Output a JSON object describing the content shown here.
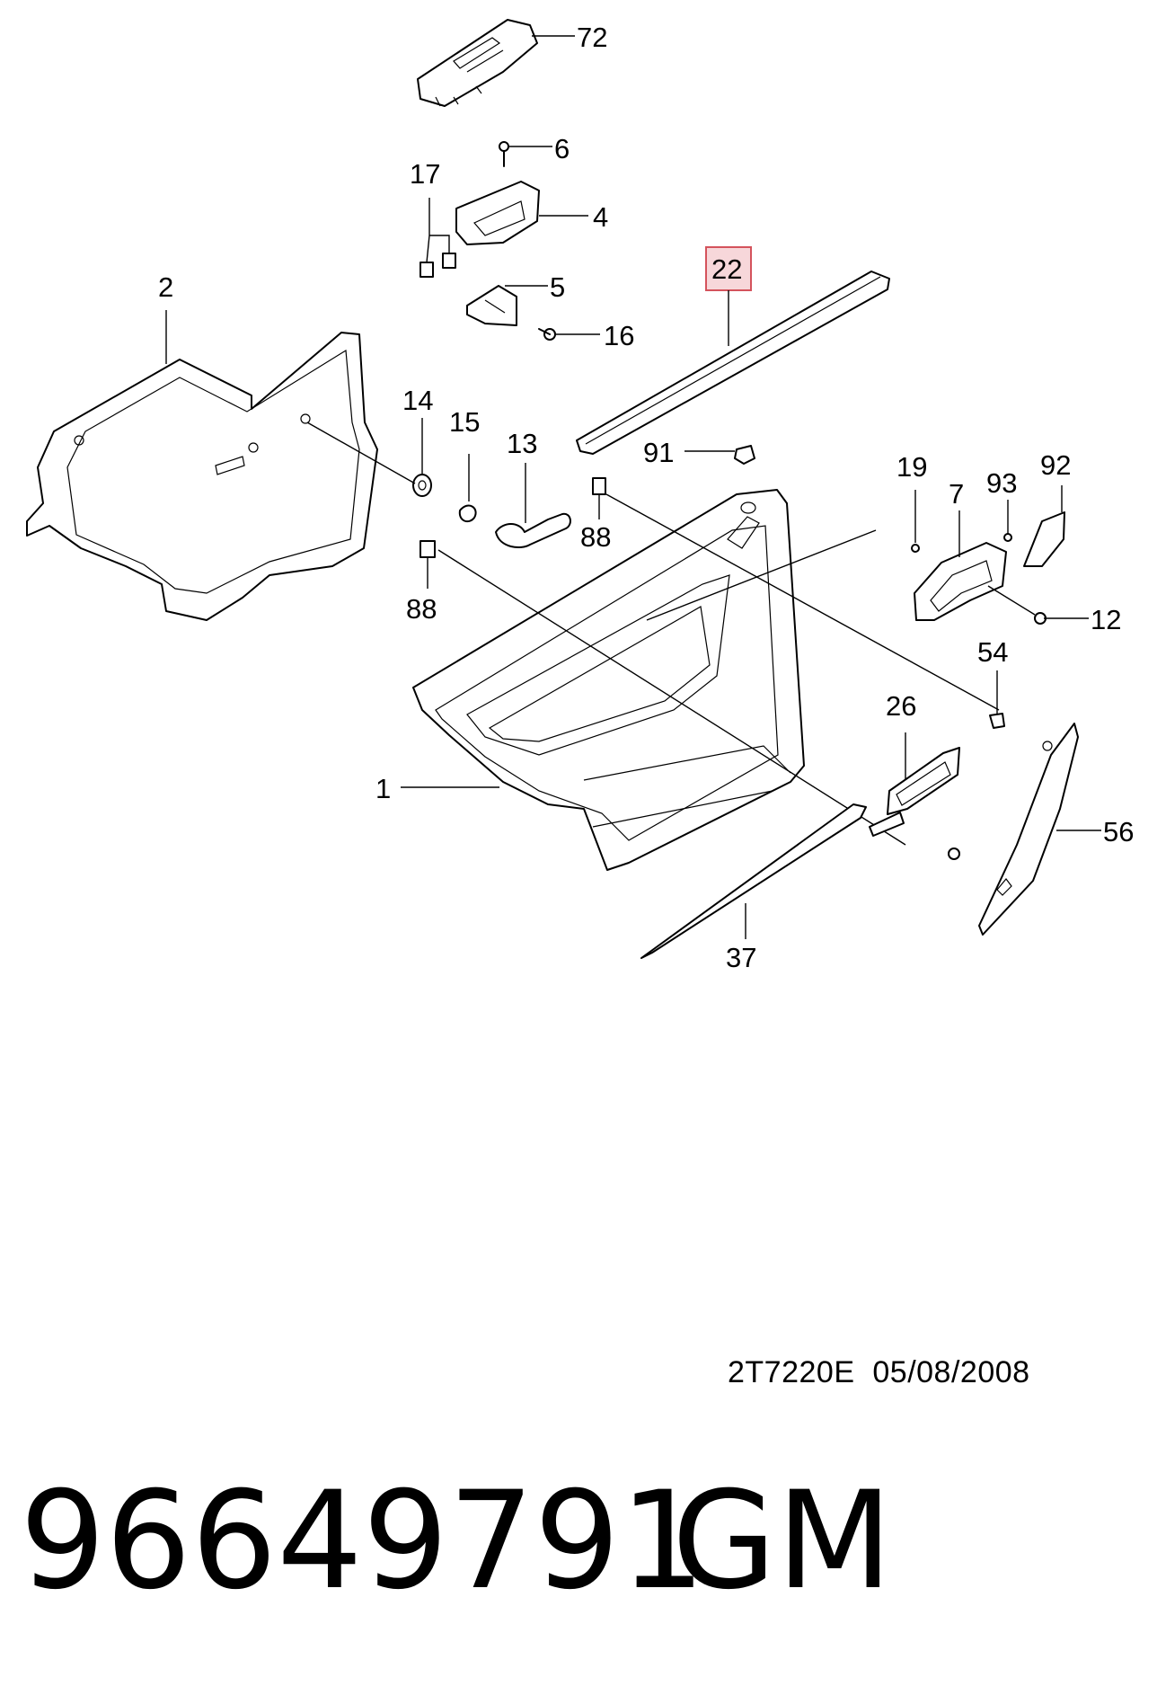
{
  "callouts": {
    "c72": "72",
    "c6": "6",
    "c17": "17",
    "c4": "4",
    "c5": "5",
    "c16": "16",
    "c2": "2",
    "c22": "22",
    "c14": "14",
    "c15": "15",
    "c13": "13",
    "c91": "91",
    "c88a": "88",
    "c88b": "88",
    "c19": "19",
    "c93": "93",
    "c92": "92",
    "c7": "7",
    "c12": "12",
    "c54": "54",
    "c26": "26",
    "c1": "1",
    "c56": "56",
    "c37": "37"
  },
  "highlighted_callout": "22",
  "colors": {
    "highlight_fill": "#f7d7da",
    "highlight_stroke": "#d4535c",
    "line": "#000000"
  },
  "footer": {
    "drawing_code": "2T7220E  05/08/2008",
    "part_number": "96649791",
    "brand": "GM"
  }
}
